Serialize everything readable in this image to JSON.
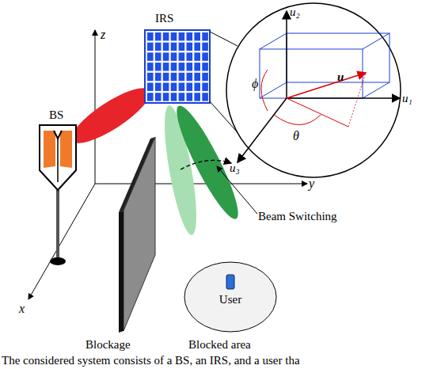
{
  "diagram": {
    "caption": "The considered system consists of a BS, an IRS, and a user tha",
    "nodes": [
      {
        "text": [
          "User"
        ]
      }
    ],
    "labels": [
      "z",
      "y",
      "x",
      "IRS",
      "BS",
      "u₂",
      "u₁",
      "u₃",
      "u",
      "ϕ",
      "θ",
      "Beam Switching",
      "Blockage",
      "Blocked area"
    ]
  }
}
